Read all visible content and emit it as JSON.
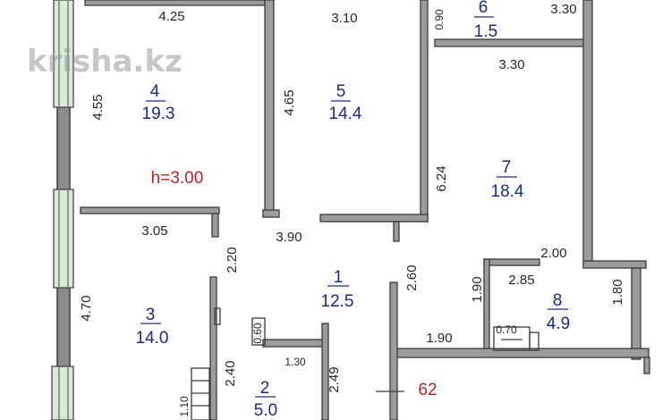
{
  "watermark": "krisha.kz",
  "height_label": "h=3.00",
  "stray_label": "62",
  "rooms": [
    {
      "number": "1",
      "area": "12.5"
    },
    {
      "number": "2",
      "area": "5.0"
    },
    {
      "number": "3",
      "area": "14.0"
    },
    {
      "number": "4",
      "area": "19.3"
    },
    {
      "number": "5",
      "area": "14.4"
    },
    {
      "number": "6",
      "area": "1.5"
    },
    {
      "number": "7",
      "area": "18.4"
    },
    {
      "number": "8",
      "area": "4.9"
    }
  ],
  "dimensions": {
    "d_4_25": "4.25",
    "d_3_10": "3.10",
    "d_0_90": "0.90",
    "d_3_30_top": "3.30",
    "d_3_30": "3.30",
    "d_4_55": "4.55",
    "d_4_65": "4.65",
    "d_6_24": "6.24",
    "d_3_05": "3.05",
    "d_3_90": "3.90",
    "d_2_20": "2.20",
    "d_2_00": "2.00",
    "d_2_60": "2.60",
    "d_2_85": "2.85",
    "d_1_90_v": "1.90",
    "d_1_80": "1.80",
    "d_4_70": "4.70",
    "d_0_60": "0.60",
    "d_1_30": "1.30",
    "d_1_90_h": "1.90",
    "d_0_70": "0.70",
    "d_2_40": "2.40",
    "d_2_49": "2.49",
    "d_1_10": "1.10"
  },
  "colors": {
    "wall": "#3a3a3a",
    "wall_fill": "#9c9c9c",
    "room_text": "#1c2a86",
    "height_text": "#b3262b",
    "dim_text": "#262626",
    "window": "#6d8a6d"
  }
}
